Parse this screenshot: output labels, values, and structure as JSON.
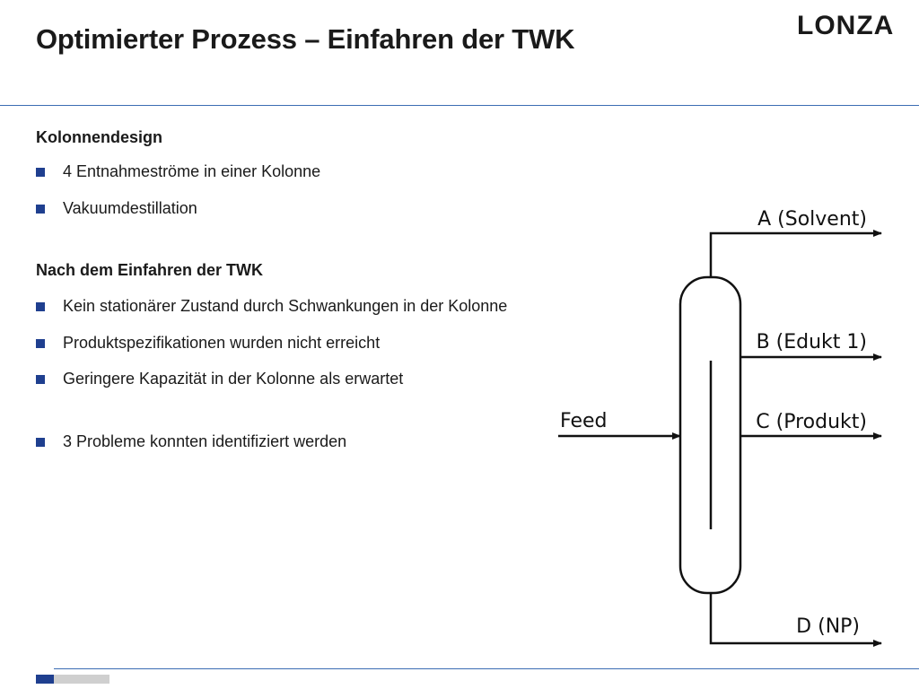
{
  "slide": {
    "title": "Optimierter Prozess – Einfahren der TWK",
    "logo": "LONZA"
  },
  "section1": {
    "heading": "Kolonnendesign",
    "bullets": [
      "4 Entnahmeströme in einer Kolonne",
      "Vakuumdestillation"
    ]
  },
  "section2": {
    "heading": "Nach dem Einfahren der TWK",
    "bullets": [
      "Kein stationärer Zustand durch Schwankungen in der Kolonne",
      "Produktspezifikationen wurden nicht erreicht",
      "Geringere Kapazität in der Kolonne als erwartet"
    ],
    "extra_bullet": "3 Probleme konnten identifiziert werden"
  },
  "diagram": {
    "feed_label": "Feed",
    "streams": {
      "a": "A (Solvent)",
      "b": "B (Edukt 1)",
      "c": "C (Produkt)",
      "d": "D (NP)"
    }
  },
  "colors": {
    "accent": "#1f3f8f",
    "rule": "#3b6db3",
    "footer_gray": "#cfcfcf"
  }
}
